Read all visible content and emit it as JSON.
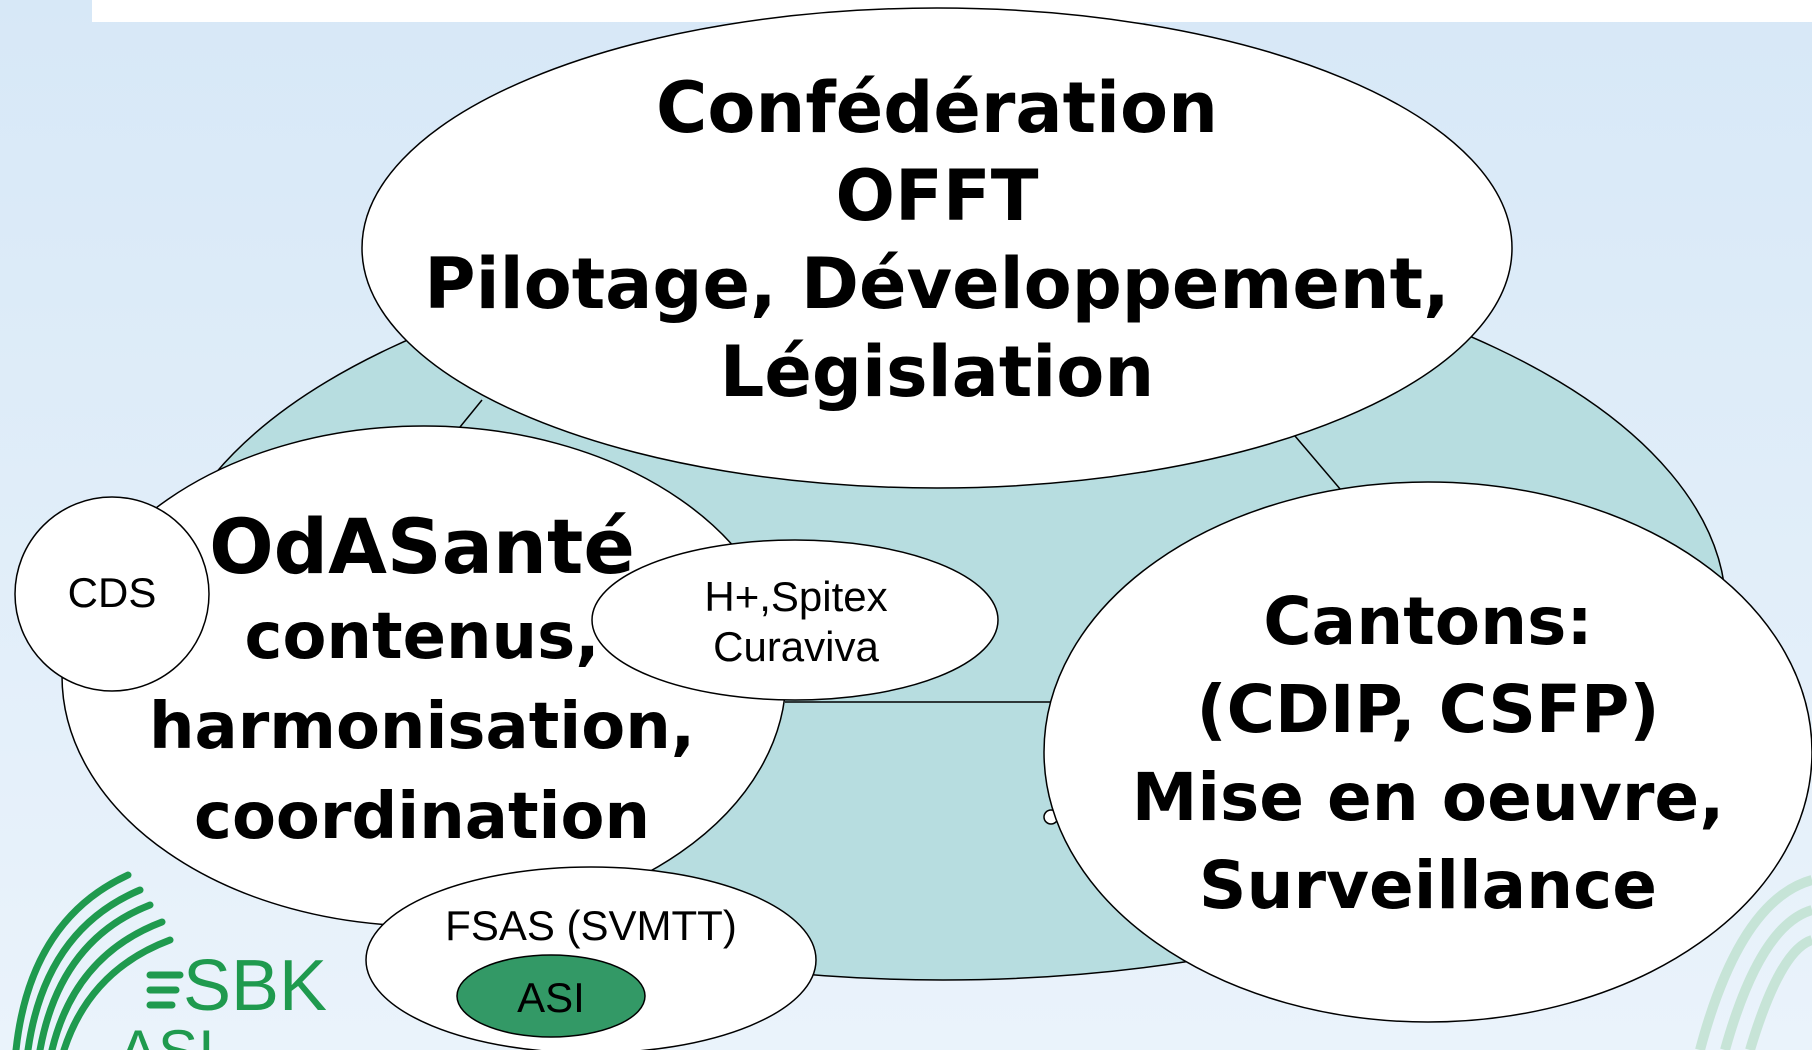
{
  "confederation": {
    "lines": [
      "Confédération",
      "OFFT",
      "Pilotage, Développement,",
      "Législation"
    ]
  },
  "odasante": {
    "lines": [
      "OdASanté",
      "contenus,",
      "harmonisation,",
      "coordination"
    ]
  },
  "cantons": {
    "lines": [
      "Cantons:",
      "(CDIP, CSFP)",
      "Mise en oeuvre,",
      "Surveillance"
    ]
  },
  "small_nodes": {
    "cds": "CDS",
    "hplus_line1": "H+,Spitex",
    "hplus_line2": "Curaviva",
    "fsas": "FSAS (SVMTT)",
    "asi": "ASI"
  },
  "logo": {
    "text_top": "SBK",
    "text_bottom": "ASI"
  },
  "colors": {
    "background": "#dcebf8",
    "big_ellipse_fill": "#b7dde0",
    "node_fill": "#ffffff",
    "asi_fill": "#339966",
    "logo_green": "#1f9a4e"
  }
}
